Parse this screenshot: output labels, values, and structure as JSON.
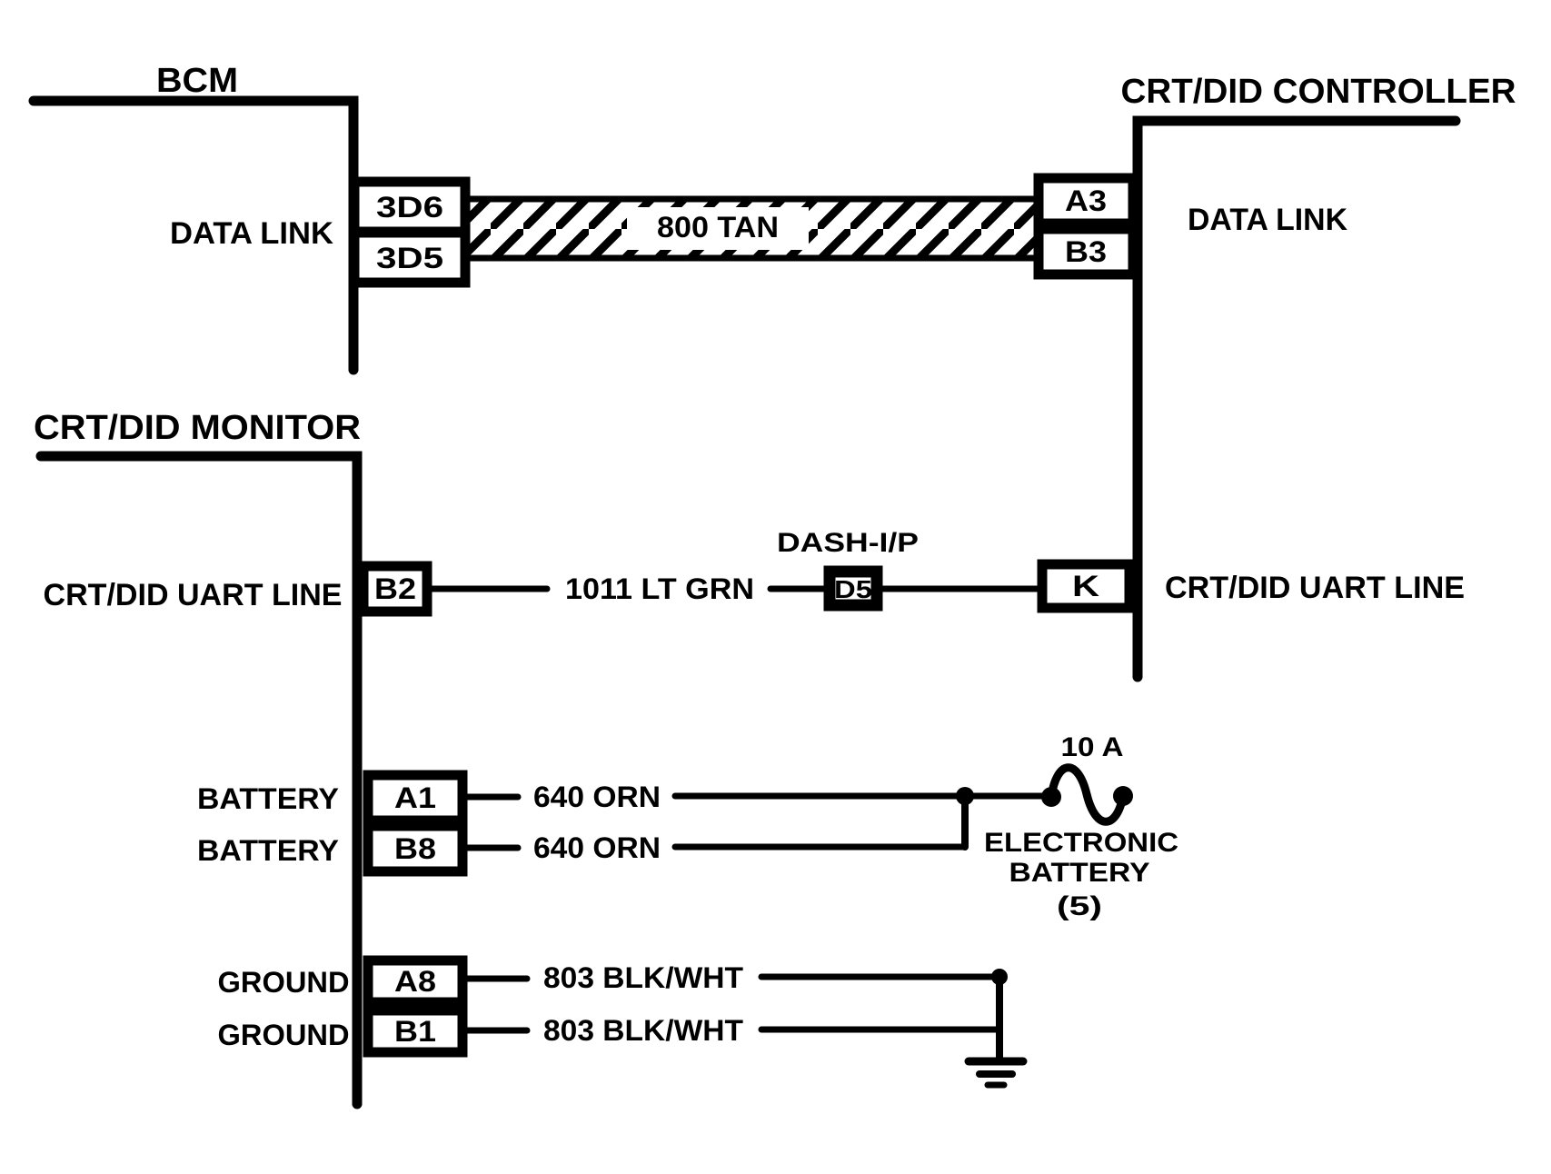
{
  "colors": {
    "ink": "#000000",
    "background": "#ffffff"
  },
  "diagram": {
    "bcm": {
      "title": "BCM",
      "data_link_label": "DATA LINK",
      "pins": {
        "p3d6": "3D6",
        "p3d5": "3D5"
      }
    },
    "controller": {
      "title": "CRT/DID CONTROLLER",
      "data_link_label": "DATA LINK",
      "uart_line_label": "CRT/DID UART LINE",
      "pins": {
        "a3": "A3",
        "b3": "B3",
        "k": "K"
      }
    },
    "monitor": {
      "title": "CRT/DID MONITOR",
      "uart_line_label": "CRT/DID UART LINE",
      "battery_label_a1": "BATTERY",
      "battery_label_b8": "BATTERY",
      "ground_label_a8": "GROUND",
      "ground_label_b1": "GROUND",
      "pins": {
        "b2": "B2",
        "a1": "A1",
        "b8": "B8",
        "a8": "A8",
        "b1": "B1"
      }
    },
    "wires": {
      "data_link": "800 TAN",
      "uart_monitor_side": "1011 LT GRN",
      "battery_a1": "640 ORN",
      "battery_b8": "640 ORN",
      "ground_a8": "803 BLK/WHT",
      "ground_b1": "803 BLK/WHT"
    },
    "connector": {
      "label": "DASH-I/P",
      "pin": "D5"
    },
    "fuse": {
      "rating": "10 A",
      "name_line_1": "ELECTRONIC",
      "name_line_2": "BATTERY",
      "name_line_3": "(5)"
    }
  }
}
